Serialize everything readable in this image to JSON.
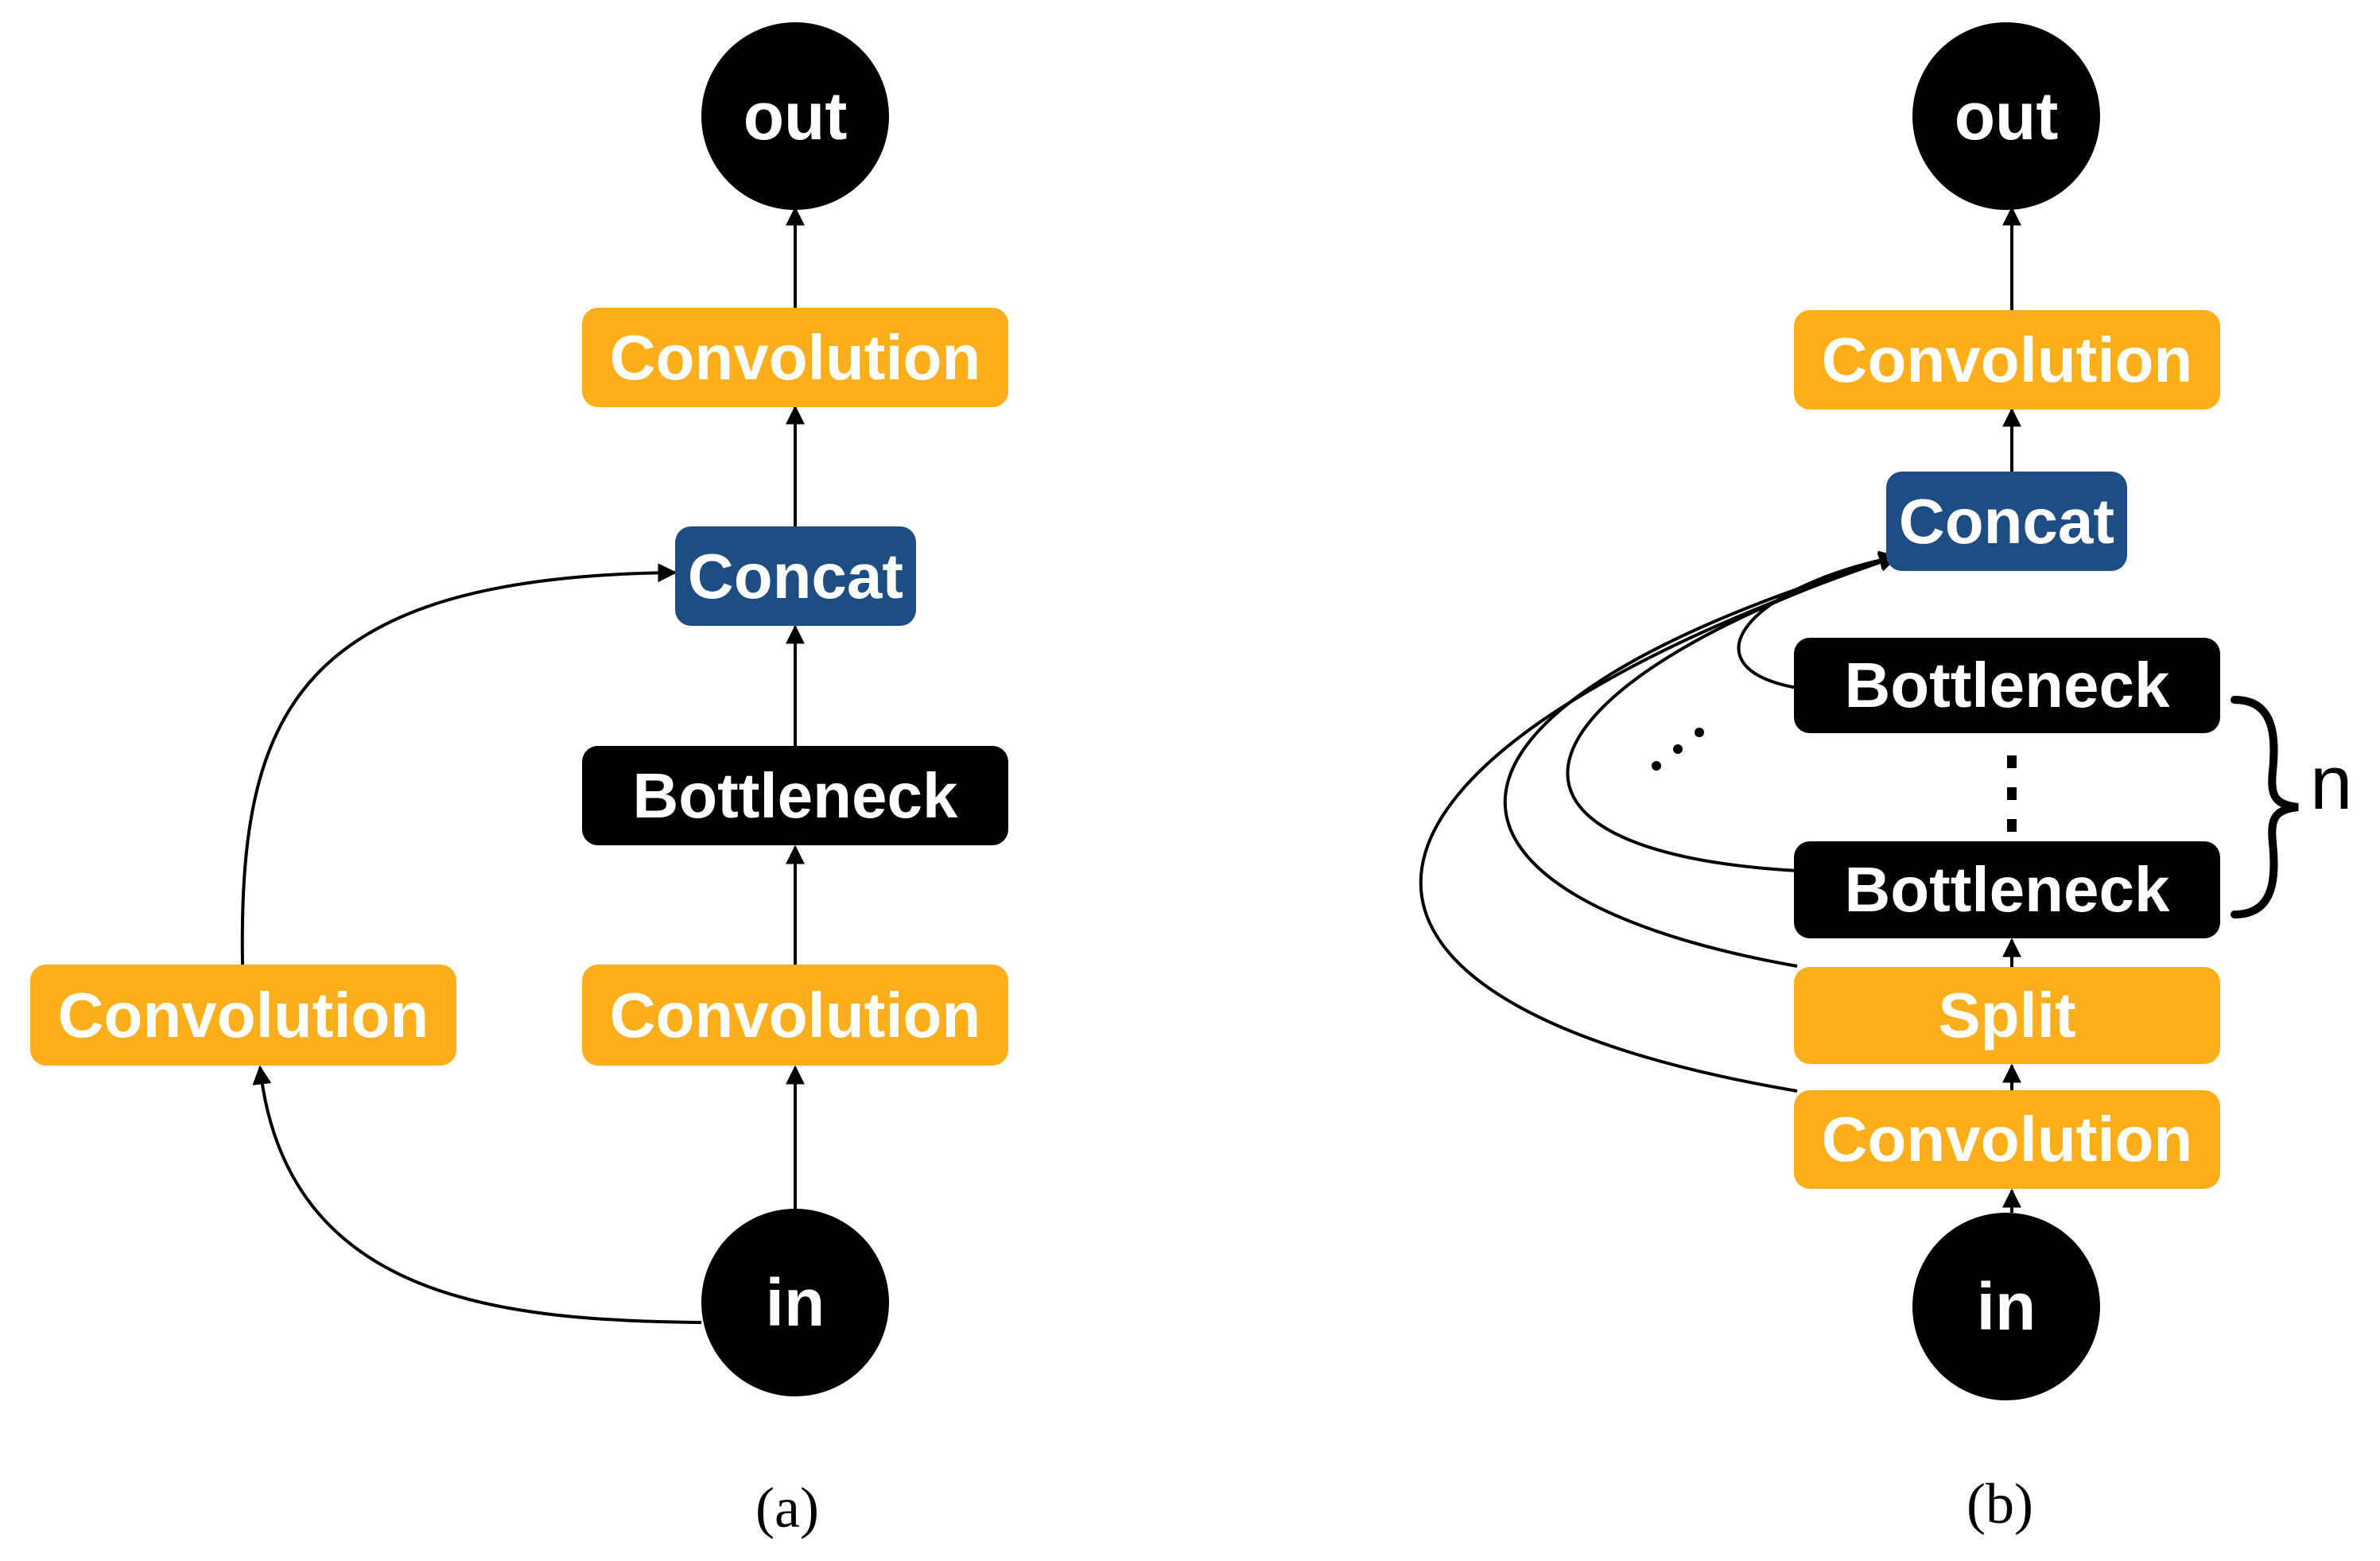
{
  "colors": {
    "convolution": "#FCAE1B",
    "concat": "#1D4D82",
    "bottleneck": "#000000",
    "terminal": "#000000"
  },
  "diagram_a": {
    "caption": "(a)",
    "out": "out",
    "top_conv": "Convolution",
    "concat": "Concat",
    "bottleneck": "Bottleneck",
    "main_conv": "Convolution",
    "side_conv": "Convolution",
    "in": "in"
  },
  "diagram_b": {
    "caption": "(b)",
    "out": "out",
    "top_conv": "Convolution",
    "concat": "Concat",
    "bottleneck_top": "Bottleneck",
    "bottleneck_bottom": "Bottleneck",
    "n_label": "n",
    "split": "Split",
    "bottom_conv": "Convolution",
    "in": "in"
  }
}
